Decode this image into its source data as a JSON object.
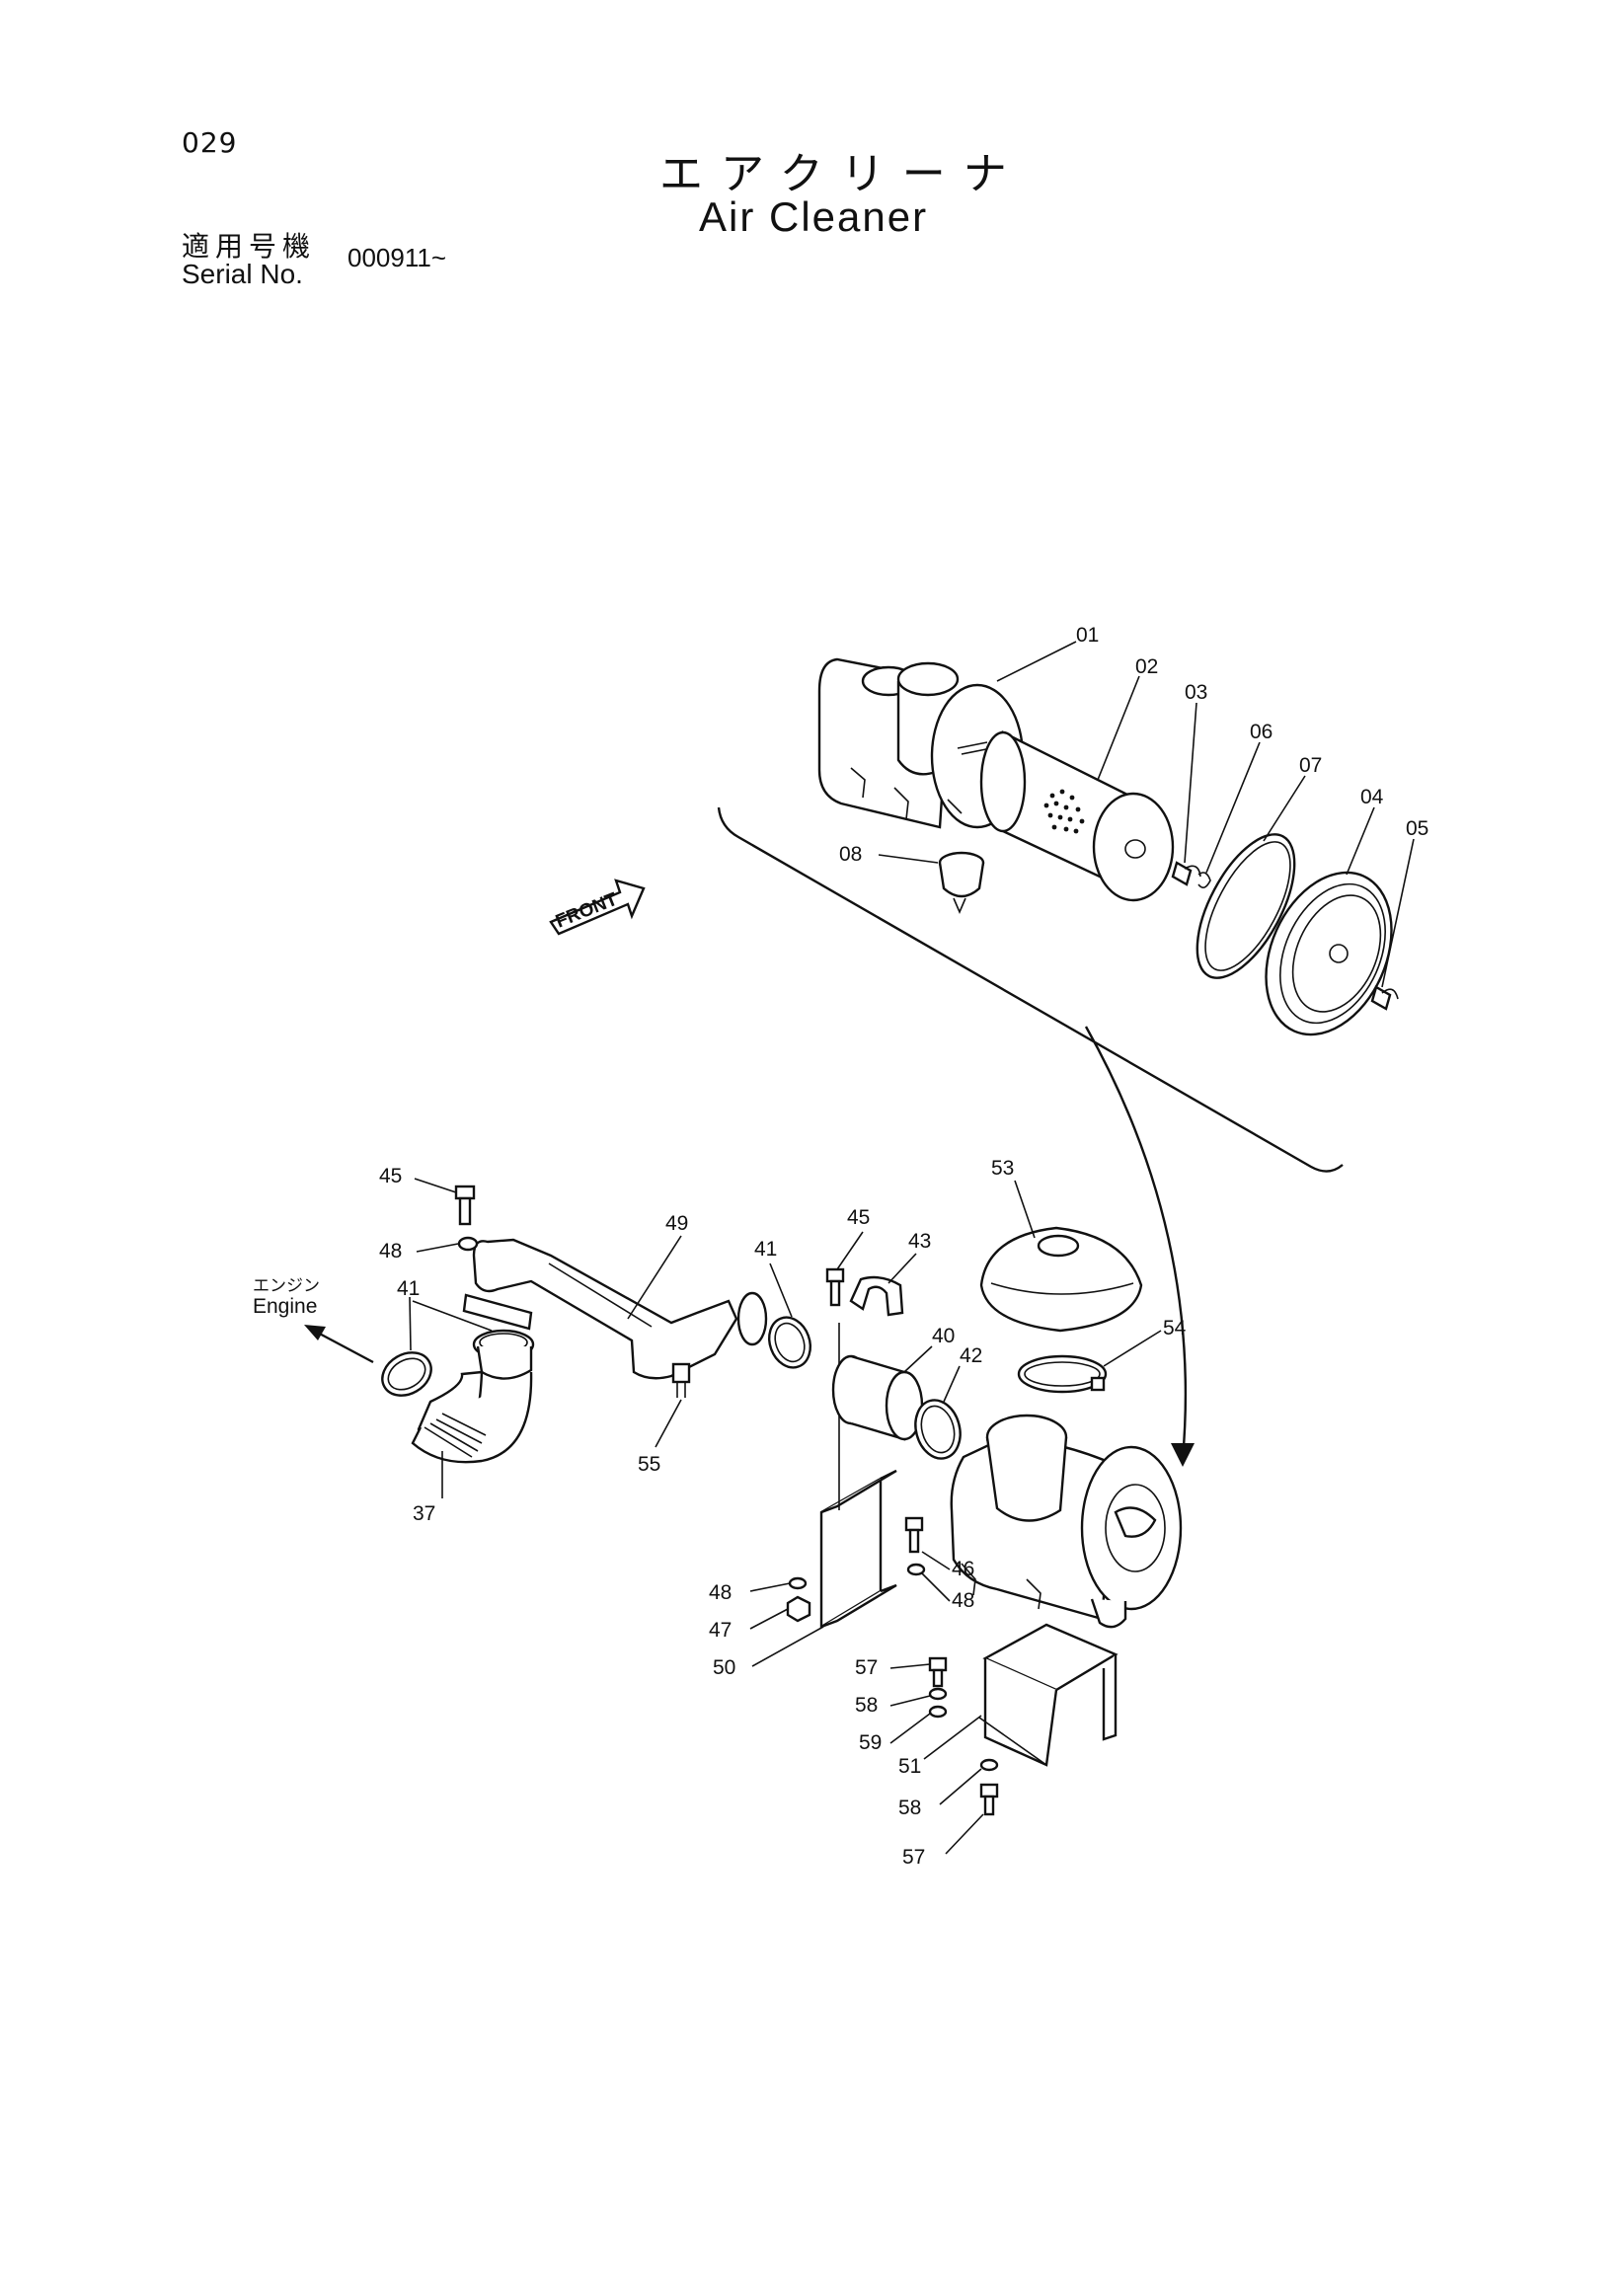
{
  "page_number": "029",
  "title_jp": "エアクリーナ",
  "title_en": "Air Cleaner",
  "serial": {
    "label_jp": "適用号機",
    "label_en": "Serial No.",
    "value": "000911~"
  },
  "front_label": "FRONT",
  "engine_label": {
    "jp": "エンジン",
    "en": "Engine"
  },
  "callouts": {
    "p01": "01",
    "p02": "02",
    "p03": "03",
    "p04": "04",
    "p05": "05",
    "p06": "06",
    "p07": "07",
    "p08": "08",
    "p37": "37",
    "p40": "40",
    "p41a": "41",
    "p41b": "41",
    "p42": "42",
    "p43": "43",
    "p45a": "45",
    "p45b": "45",
    "p46": "46",
    "p47": "47",
    "p48a": "48",
    "p48b": "48",
    "p48c": "48",
    "p49": "49",
    "p50": "50",
    "p51": "51",
    "p53": "53",
    "p54": "54",
    "p55": "55",
    "p57a": "57",
    "p57b": "57",
    "p58a": "58",
    "p58b": "58",
    "p59": "59"
  }
}
